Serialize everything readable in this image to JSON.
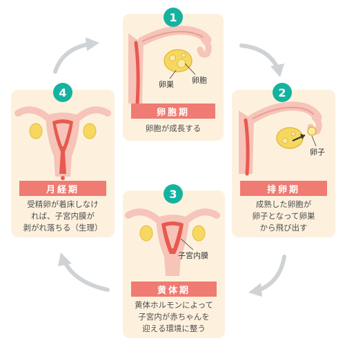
{
  "colors": {
    "card_bg": "#fdf1de",
    "accent_teal": "#14b3a0",
    "phase_pink": "#ef7b72",
    "organ_pink": "#f6c4b9",
    "lining_red": "#e8594f",
    "ovary_yellow": "#f6d860",
    "arrow_gray": "#cfd3d6"
  },
  "stages": [
    {
      "number": "1",
      "title": "卵胞期",
      "desc": [
        "卵胞が成長する"
      ],
      "labels": [
        "卵巣",
        "卵胞"
      ]
    },
    {
      "number": "2",
      "title": "排卵期",
      "desc": [
        "成熟した卵胞が",
        "卵子となって卵巣",
        "から飛び出す"
      ],
      "labels": [
        "卵子"
      ]
    },
    {
      "number": "3",
      "title": "黄体期",
      "desc": [
        "黄体ホルモンによって",
        "子宮内が赤ちゃんを",
        "迎える環境に整う"
      ],
      "labels": [
        "子宮内膜"
      ]
    },
    {
      "number": "4",
      "title": "月経期",
      "desc": [
        "受精卵が着床しなけ",
        "れば、子宮内膜が",
        "剥がれ落ちる（生理）"
      ],
      "labels": []
    }
  ],
  "arrows": [
    "cycle-arrow-1-to-2",
    "cycle-arrow-2-to-3",
    "cycle-arrow-3-to-4",
    "cycle-arrow-4-to-1"
  ]
}
